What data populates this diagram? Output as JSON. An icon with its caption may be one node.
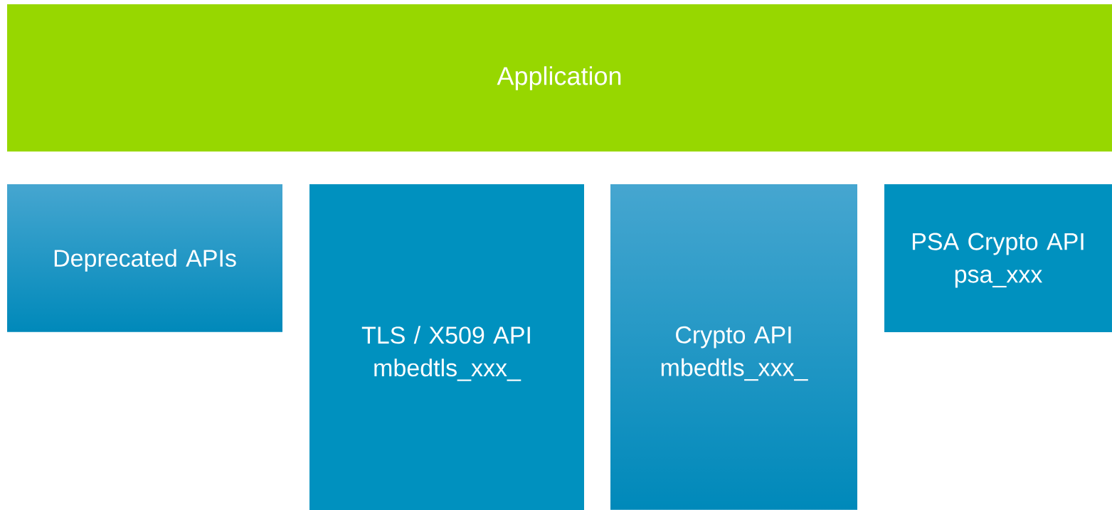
{
  "diagram": {
    "nodes": [
      {
        "text": [
          "Application"
        ]
      },
      {
        "text": [
          "Deprecated APIs"
        ]
      },
      {
        "text": [
          "TLS / X509 API",
          "mbedtls_xxx_"
        ]
      },
      {
        "text": [
          "Crypto API",
          "mbedtls_xxx_"
        ]
      },
      {
        "text": [
          "PSA Crypto API",
          "psa_xxx"
        ]
      }
    ]
  }
}
